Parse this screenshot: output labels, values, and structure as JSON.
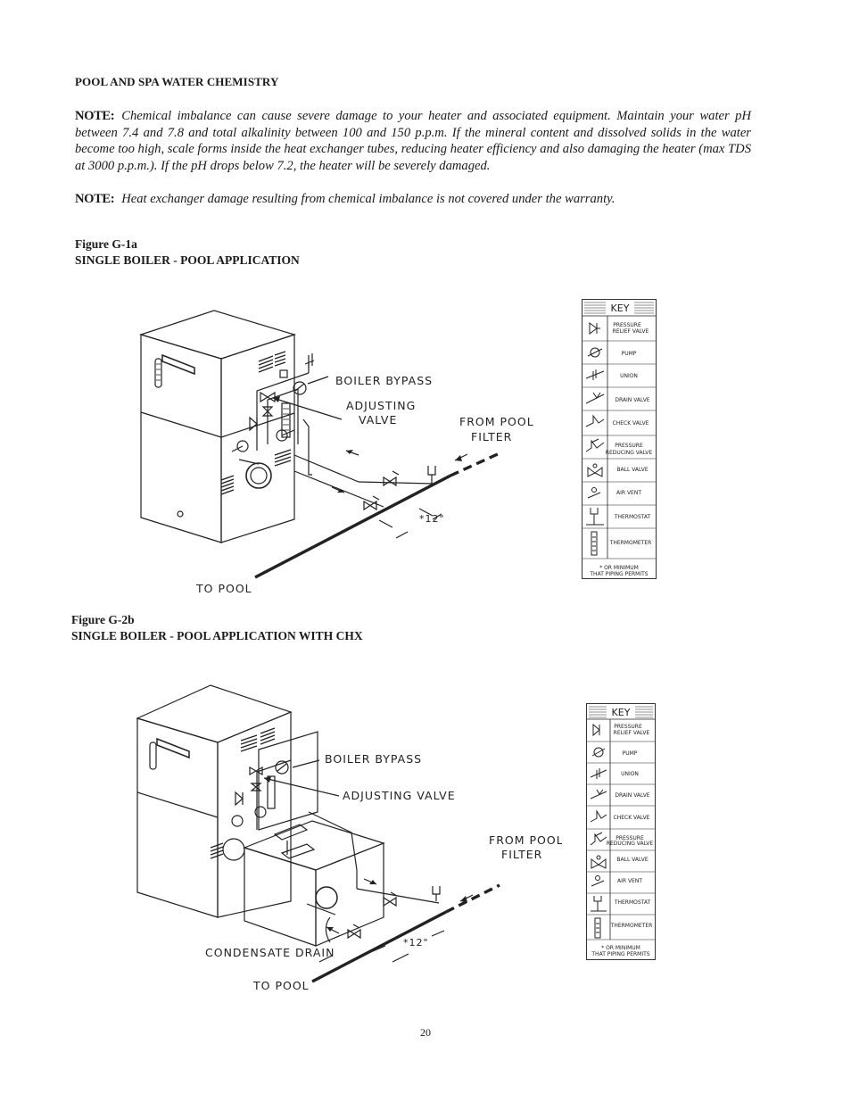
{
  "section_title": "POOL AND SPA WATER CHEMISTRY",
  "note1": {
    "label": "NOTE:",
    "text": "Chemical imbalance can cause severe damage to your heater and associated equipment.  Maintain your water pH between 7.4 and 7.8 and total alkalinity between 100 and 150 p.p.m.  If the mineral content and dissolved solids in the water become too high, scale forms inside the heat exchanger tubes, reducing heater efficiency and also damaging the heater (max TDS at 3000 p.p.m.).  If the pH drops below 7.2, the heater will be severely damaged."
  },
  "note2": {
    "label": "NOTE:",
    "text": "Heat exchanger damage resulting from chemical imbalance is not covered under the warranty."
  },
  "figure1": {
    "number": "Figure G-1a",
    "title": "SINGLE BOILER - POOL APPLICATION",
    "labels": {
      "bypass": "BOILER BYPASS",
      "adjusting": "ADJUSTING",
      "valve": "VALVE",
      "from_pool": "FROM POOL",
      "filter": "FILTER",
      "dim": "*12\"",
      "to_pool": "TO POOL"
    }
  },
  "figure2": {
    "number": "Figure G-2b",
    "title": "SINGLE BOILER - POOL APPLICATION WITH CHX",
    "labels": {
      "bypass": "BOILER BYPASS",
      "adjusting_valve": "ADJUSTING VALVE",
      "from_pool": "FROM POOL",
      "filter": "FILTER",
      "dim": "*12\"",
      "condensate": "CONDENSATE DRAIN",
      "to_pool": "TO POOL"
    }
  },
  "key": {
    "title": "KEY",
    "items": [
      {
        "line1": "PRESSURE",
        "line2": "RELIEF VALVE",
        "icon": "pressure-relief-valve-icon"
      },
      {
        "line1": "PUMP",
        "line2": "",
        "icon": "pump-icon"
      },
      {
        "line1": "UNION",
        "line2": "",
        "icon": "union-icon"
      },
      {
        "line1": "DRAIN VALVE",
        "line2": "",
        "icon": "drain-valve-icon"
      },
      {
        "line1": "CHECK VALVE",
        "line2": "",
        "icon": "check-valve-icon"
      },
      {
        "line1": "PRESSURE",
        "line2": "REDUCING VALVE",
        "icon": "pressure-reducing-valve-icon"
      },
      {
        "line1": "BALL VALVE",
        "line2": "",
        "icon": "ball-valve-icon"
      },
      {
        "line1": "AIR VENT",
        "line2": "",
        "icon": "air-vent-icon"
      },
      {
        "line1": "THERMOSTAT",
        "line2": "",
        "icon": "thermostat-icon"
      },
      {
        "line1": "THERMOMETER",
        "line2": "",
        "icon": "thermometer-icon"
      }
    ],
    "footnote1": "* OR MINIMUM",
    "footnote2": "THAT PIPING PERMITS"
  },
  "page_number": "20"
}
